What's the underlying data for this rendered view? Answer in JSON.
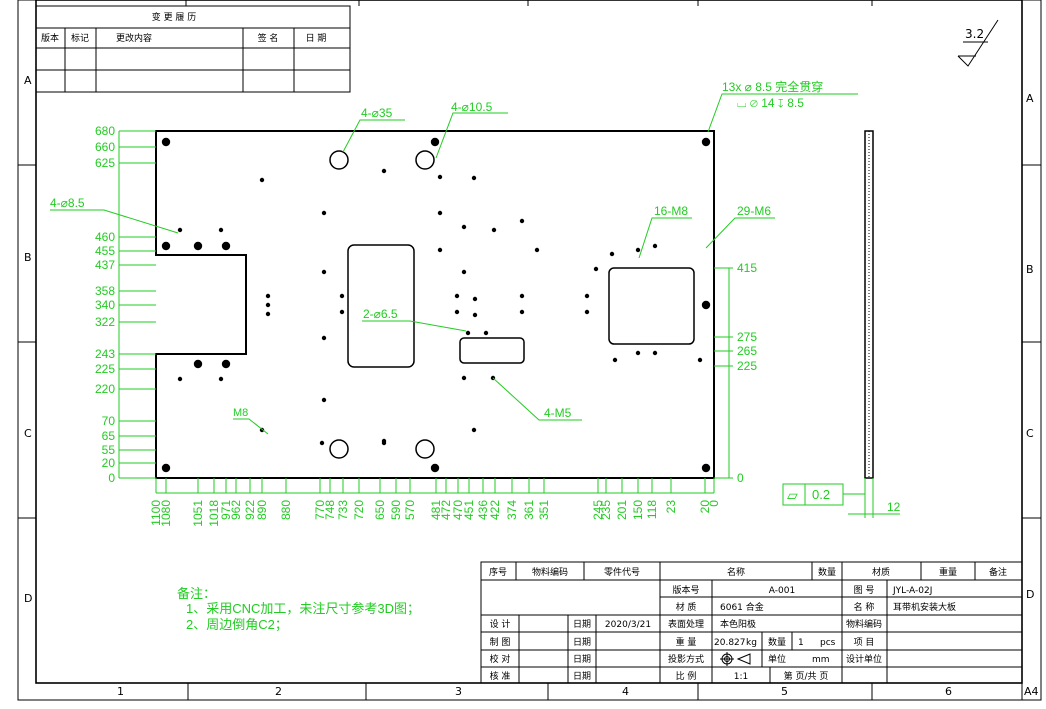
{
  "revision_table": {
    "title": "变 更 履 历",
    "headers": [
      "版本",
      "标记",
      "更改内容",
      "签 名",
      "日 期"
    ]
  },
  "zone_letters": [
    "A",
    "B",
    "C",
    "D"
  ],
  "zone_numbers": [
    "1",
    "2",
    "3",
    "4",
    "5",
    "6"
  ],
  "sheet_size": "A4",
  "surface_roughness": "3.2",
  "callouts": {
    "thru_holes": "13x ⌀ 8.5 完全贯穿",
    "counterbore": "⌴ ⌀ 14 ↧ 8.5",
    "holes_35": "4-⌀35",
    "holes_10_5": "4-⌀10.5",
    "holes_8_5": "4-⌀8.5",
    "holes_6_5": "2-⌀6.5",
    "tap_m8_16": "16-M8",
    "tap_m6_29": "29-M6",
    "tap_m5_4": "4-M5",
    "tap_m8": "M8"
  },
  "y_dims": [
    "680",
    "660",
    "625",
    "460",
    "455",
    "437",
    "358",
    "340",
    "322",
    "243",
    "225",
    "220",
    "70",
    "65",
    "55",
    "20",
    "0"
  ],
  "y_dims_right": [
    "415",
    "275",
    "265",
    "225",
    "0"
  ],
  "x_dims": [
    "1100",
    "1080",
    "1051",
    "1018",
    "971",
    "962",
    "922",
    "890",
    "880",
    "770",
    "748",
    "733",
    "720",
    "650",
    "590",
    "570",
    "481",
    "472",
    "470",
    "451",
    "436",
    "422",
    "374",
    "361",
    "351",
    "245",
    "235",
    "201",
    "150",
    "118",
    "23",
    "20",
    "0"
  ],
  "flatness": {
    "symbol": "▱",
    "value": "0.2"
  },
  "thickness": "12",
  "notes": {
    "title": "备注：",
    "lines": [
      "1、采用CNC加工，未注尺寸参考3D图；",
      "2、周边倒角C2；"
    ]
  },
  "title_block": {
    "headers": [
      "序号",
      "物料编码",
      "零件代号",
      "名称",
      "数量",
      "材质",
      "重量",
      "备注"
    ],
    "version_label": "版本号",
    "version": "A-001",
    "material_label": "材 质",
    "material": "6061 合金",
    "surface_label": "表面处理",
    "surface": "本色阳极",
    "weight_label": "重 量",
    "weight": "20.827",
    "weight_unit": "kg",
    "qty_label": "数量",
    "qty": "1",
    "qty_unit": "pcs",
    "projection_label": "投影方式",
    "unit_label": "单位",
    "unit": "mm",
    "scale_label": "比 例",
    "scale": "1:1",
    "page_label": "第 页/共 页",
    "drawing_no_label": "图 号",
    "drawing_no": "JYL-A-02J",
    "name_label": "名 称",
    "name": "耳带机安装大板",
    "material_code_label": "物料编码",
    "project_label": "项 目",
    "design_unit_label": "设计单位",
    "design_label": "设 计",
    "draw_label": "制 图",
    "check_label": "校 对",
    "approve_label": "核 准",
    "date_label": "日期",
    "design_date": "2020/3/21"
  }
}
